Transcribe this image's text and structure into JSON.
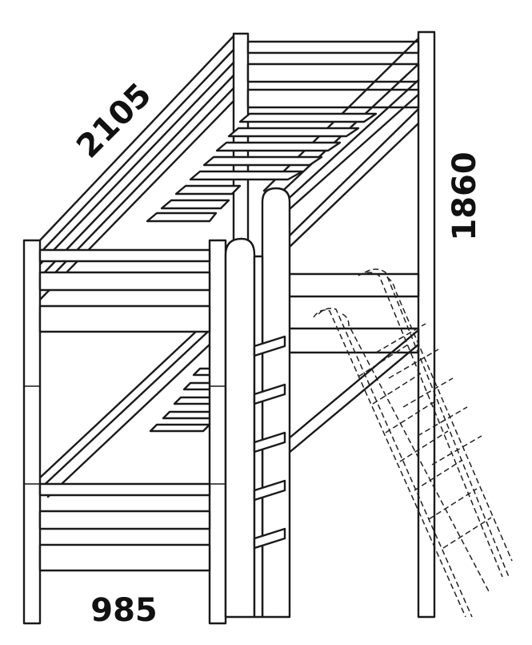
{
  "dimensions": {
    "length": "2105",
    "height": "1860",
    "width": "985"
  }
}
